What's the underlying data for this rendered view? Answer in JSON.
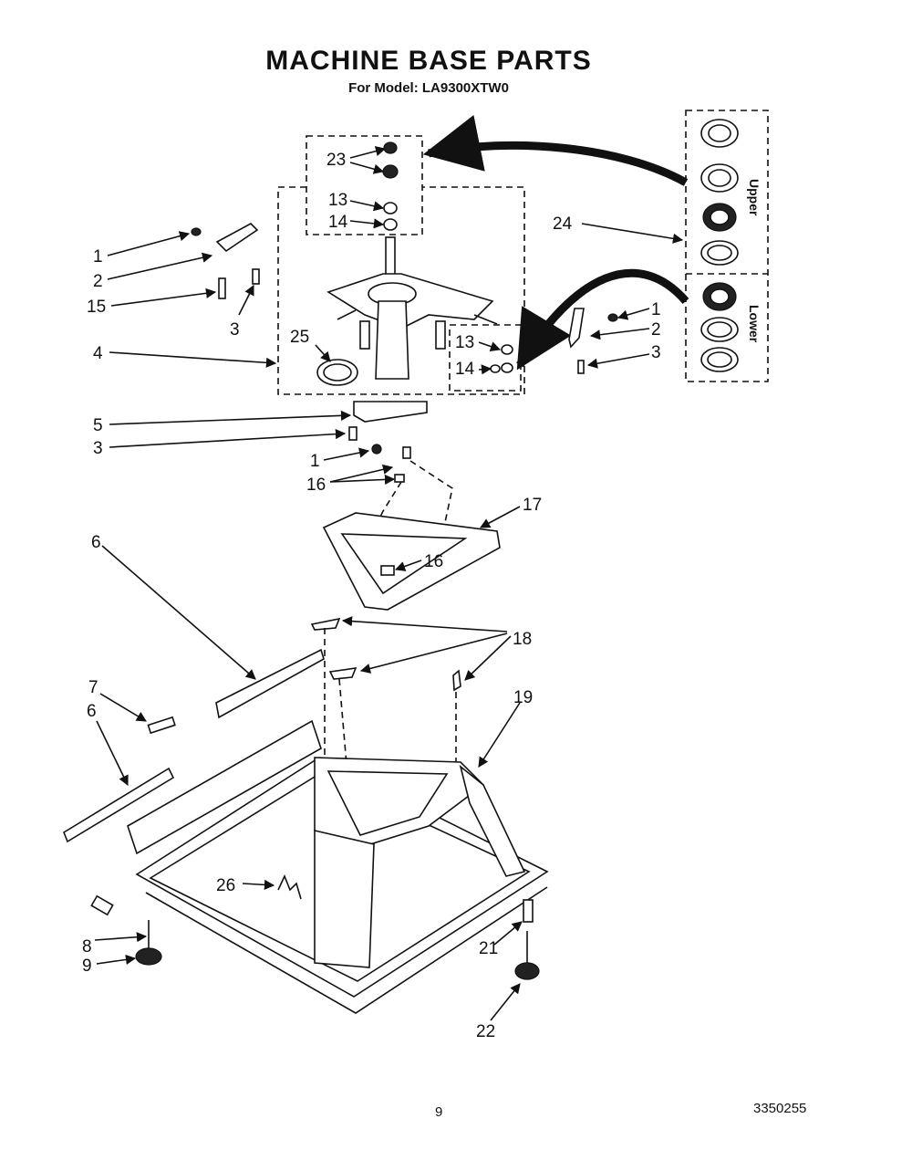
{
  "title": "MACHINE BASE PARTS",
  "subtitle": "For Model: LA9300XTW0",
  "page_number": "9",
  "document_number": "3350255",
  "kit_labels": {
    "upper": "Upper",
    "lower": "Lower"
  },
  "callouts": {
    "c23": "23",
    "c13a": "13",
    "c14a": "14",
    "c1a": "1",
    "c2a": "2",
    "c15": "15",
    "c3a": "3",
    "c24": "24",
    "c1b": "1",
    "c2b": "2",
    "c3b": "3",
    "c25": "25",
    "c4": "4",
    "c13b": "13",
    "c14b": "14",
    "c5": "5",
    "c3c": "3",
    "c1c": "1",
    "c16a": "16",
    "c17": "17",
    "c16b": "16",
    "c6a": "6",
    "c18": "18",
    "c7": "7",
    "c6b": "6",
    "c19": "19",
    "c26": "26",
    "c8": "8",
    "c9": "9",
    "c21": "21",
    "c22": "22"
  }
}
